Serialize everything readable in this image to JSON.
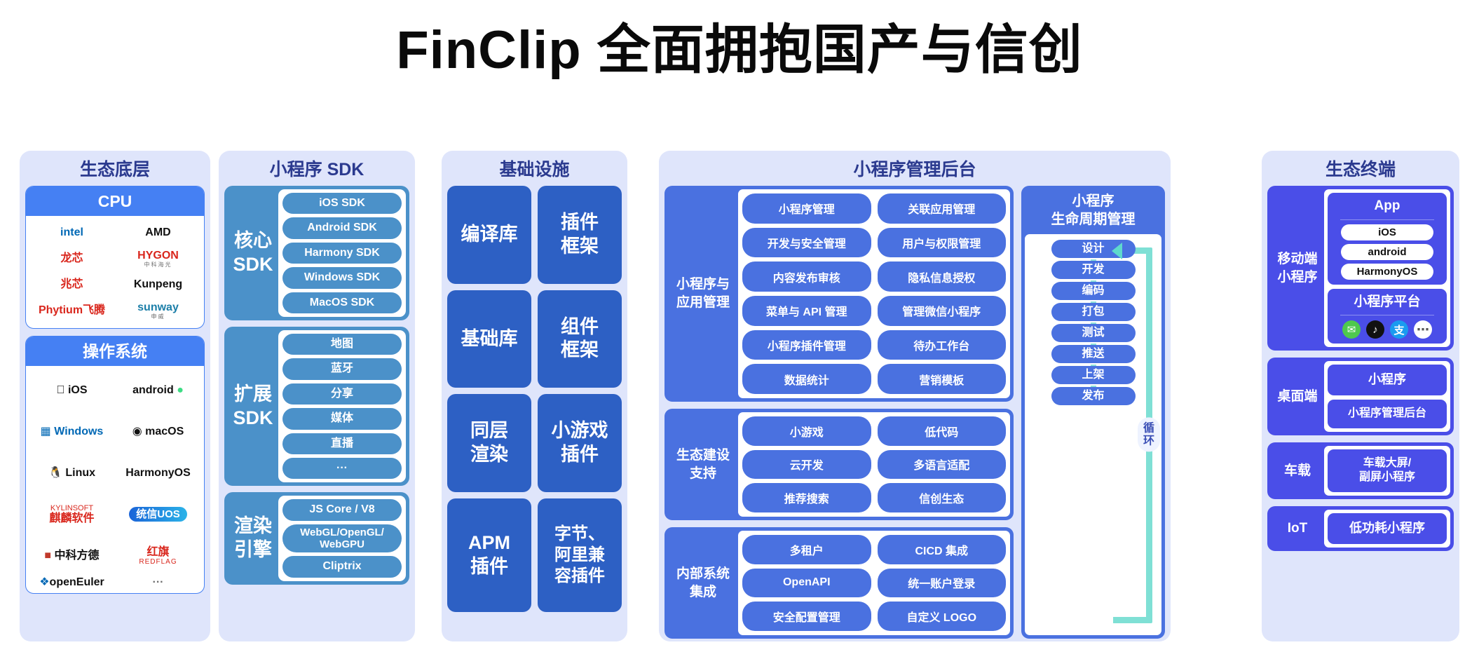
{
  "title": "FinClip 全面拥抱国产与信创",
  "columns": {
    "base": {
      "title": "生态底层",
      "cpu": {
        "title": "CPU",
        "logos": [
          "intel",
          "AMD",
          "龙芯",
          "HYGON",
          "兆芯",
          "Kunpeng",
          "Phytium飞腾",
          "sunway"
        ],
        "hygon_sub": "中科海光",
        "sunway_sub": "申威"
      },
      "os": {
        "title": "操作系统",
        "logos": [
          "iOS",
          "android",
          "Windows",
          "macOS",
          "Linux",
          "HarmonyOS",
          "麒麟软件",
          "统信UOS",
          "中科方德",
          "红旗 REDFLAG",
          "openEuler",
          "···"
        ],
        "kylin_top": "KYLINSOFT",
        "kylin_cn": "麒麟软件",
        "redflag_cn": "红旗",
        "redflag_en": "REDFLAG",
        "fangde_cn": "中科方德"
      }
    },
    "sdk": {
      "title": "小程序 SDK",
      "blocks": [
        {
          "side": "核心\nSDK",
          "items": [
            "iOS SDK",
            "Android SDK",
            "Harmony SDK",
            "Windows SDK",
            "MacOS SDK"
          ]
        },
        {
          "side": "扩展\nSDK",
          "items": [
            "地图",
            "蓝牙",
            "分享",
            "媒体",
            "直播",
            "···"
          ]
        },
        {
          "side": "渲染\n引擎",
          "items": [
            "JS Core / V8",
            "WebGL/OpenGL/\nWebGPU",
            "Cliptrix"
          ]
        }
      ]
    },
    "infra": {
      "title": "基础设施",
      "cards": [
        "编译库",
        "插件\n框架",
        "基础库",
        "组件\n框架",
        "同层\n渲染",
        "小游戏\n插件",
        "APM\n插件",
        "字节、\n阿里兼\n容插件"
      ]
    },
    "admin": {
      "title": "小程序管理后台",
      "blocks": [
        {
          "side": "小程序与\n应用管理",
          "items": [
            "小程序管理",
            "关联应用管理",
            "开发与安全管理",
            "用户与权限管理",
            "内容发布审核",
            "隐私信息授权",
            "菜单与 API 管理",
            "管理微信小程序",
            "小程序插件管理",
            "待办工作台",
            "数据统计",
            "营销模板"
          ]
        },
        {
          "side": "生态建设\n支持",
          "items": [
            "小游戏",
            "低代码",
            "云开发",
            "多语言适配",
            "推荐搜索",
            "信创生态"
          ]
        },
        {
          "side": "内部系统\n集成",
          "items": [
            "多租户",
            "CICD 集成",
            "OpenAPI",
            "统一账户登录",
            "安全配置管理",
            "自定义 LOGO"
          ]
        }
      ],
      "lifecycle": {
        "title": "小程序\n生命周期管理",
        "steps": [
          "设计",
          "开发",
          "编码",
          "打包",
          "测试",
          "推送",
          "上架",
          "发布"
        ],
        "loop_label": "循环"
      }
    },
    "terminal": {
      "title": "生态终端",
      "blocks": [
        {
          "side": "移动端\n小程序",
          "cards": [
            {
              "title": "App",
              "chips": [
                "iOS",
                "android",
                "HarmonyOS"
              ]
            },
            {
              "title": "小程序平台",
              "icons": [
                "wechat-icon",
                "tiktok-icon",
                "alipay-icon",
                "more-icon"
              ]
            }
          ]
        },
        {
          "side": "桌面端",
          "plain": [
            "小程序",
            "小程序管理后台"
          ]
        },
        {
          "side": "车载",
          "plain": [
            "车载大屏/\n副屏小程序"
          ]
        },
        {
          "side": "IoT",
          "plain": [
            "低功耗小程序"
          ]
        }
      ]
    }
  },
  "colors": {
    "panel_bg": "#dfe5fb",
    "panel_title": "#2b3a8f",
    "base_blue": "#4580f3",
    "sdk_blue": "#4b91c9",
    "infra_blue": "#2d60c4",
    "admin_blue": "#4a71e0",
    "terminal_blue": "#4a4ee8",
    "loop_teal": "#7fe0d5"
  }
}
